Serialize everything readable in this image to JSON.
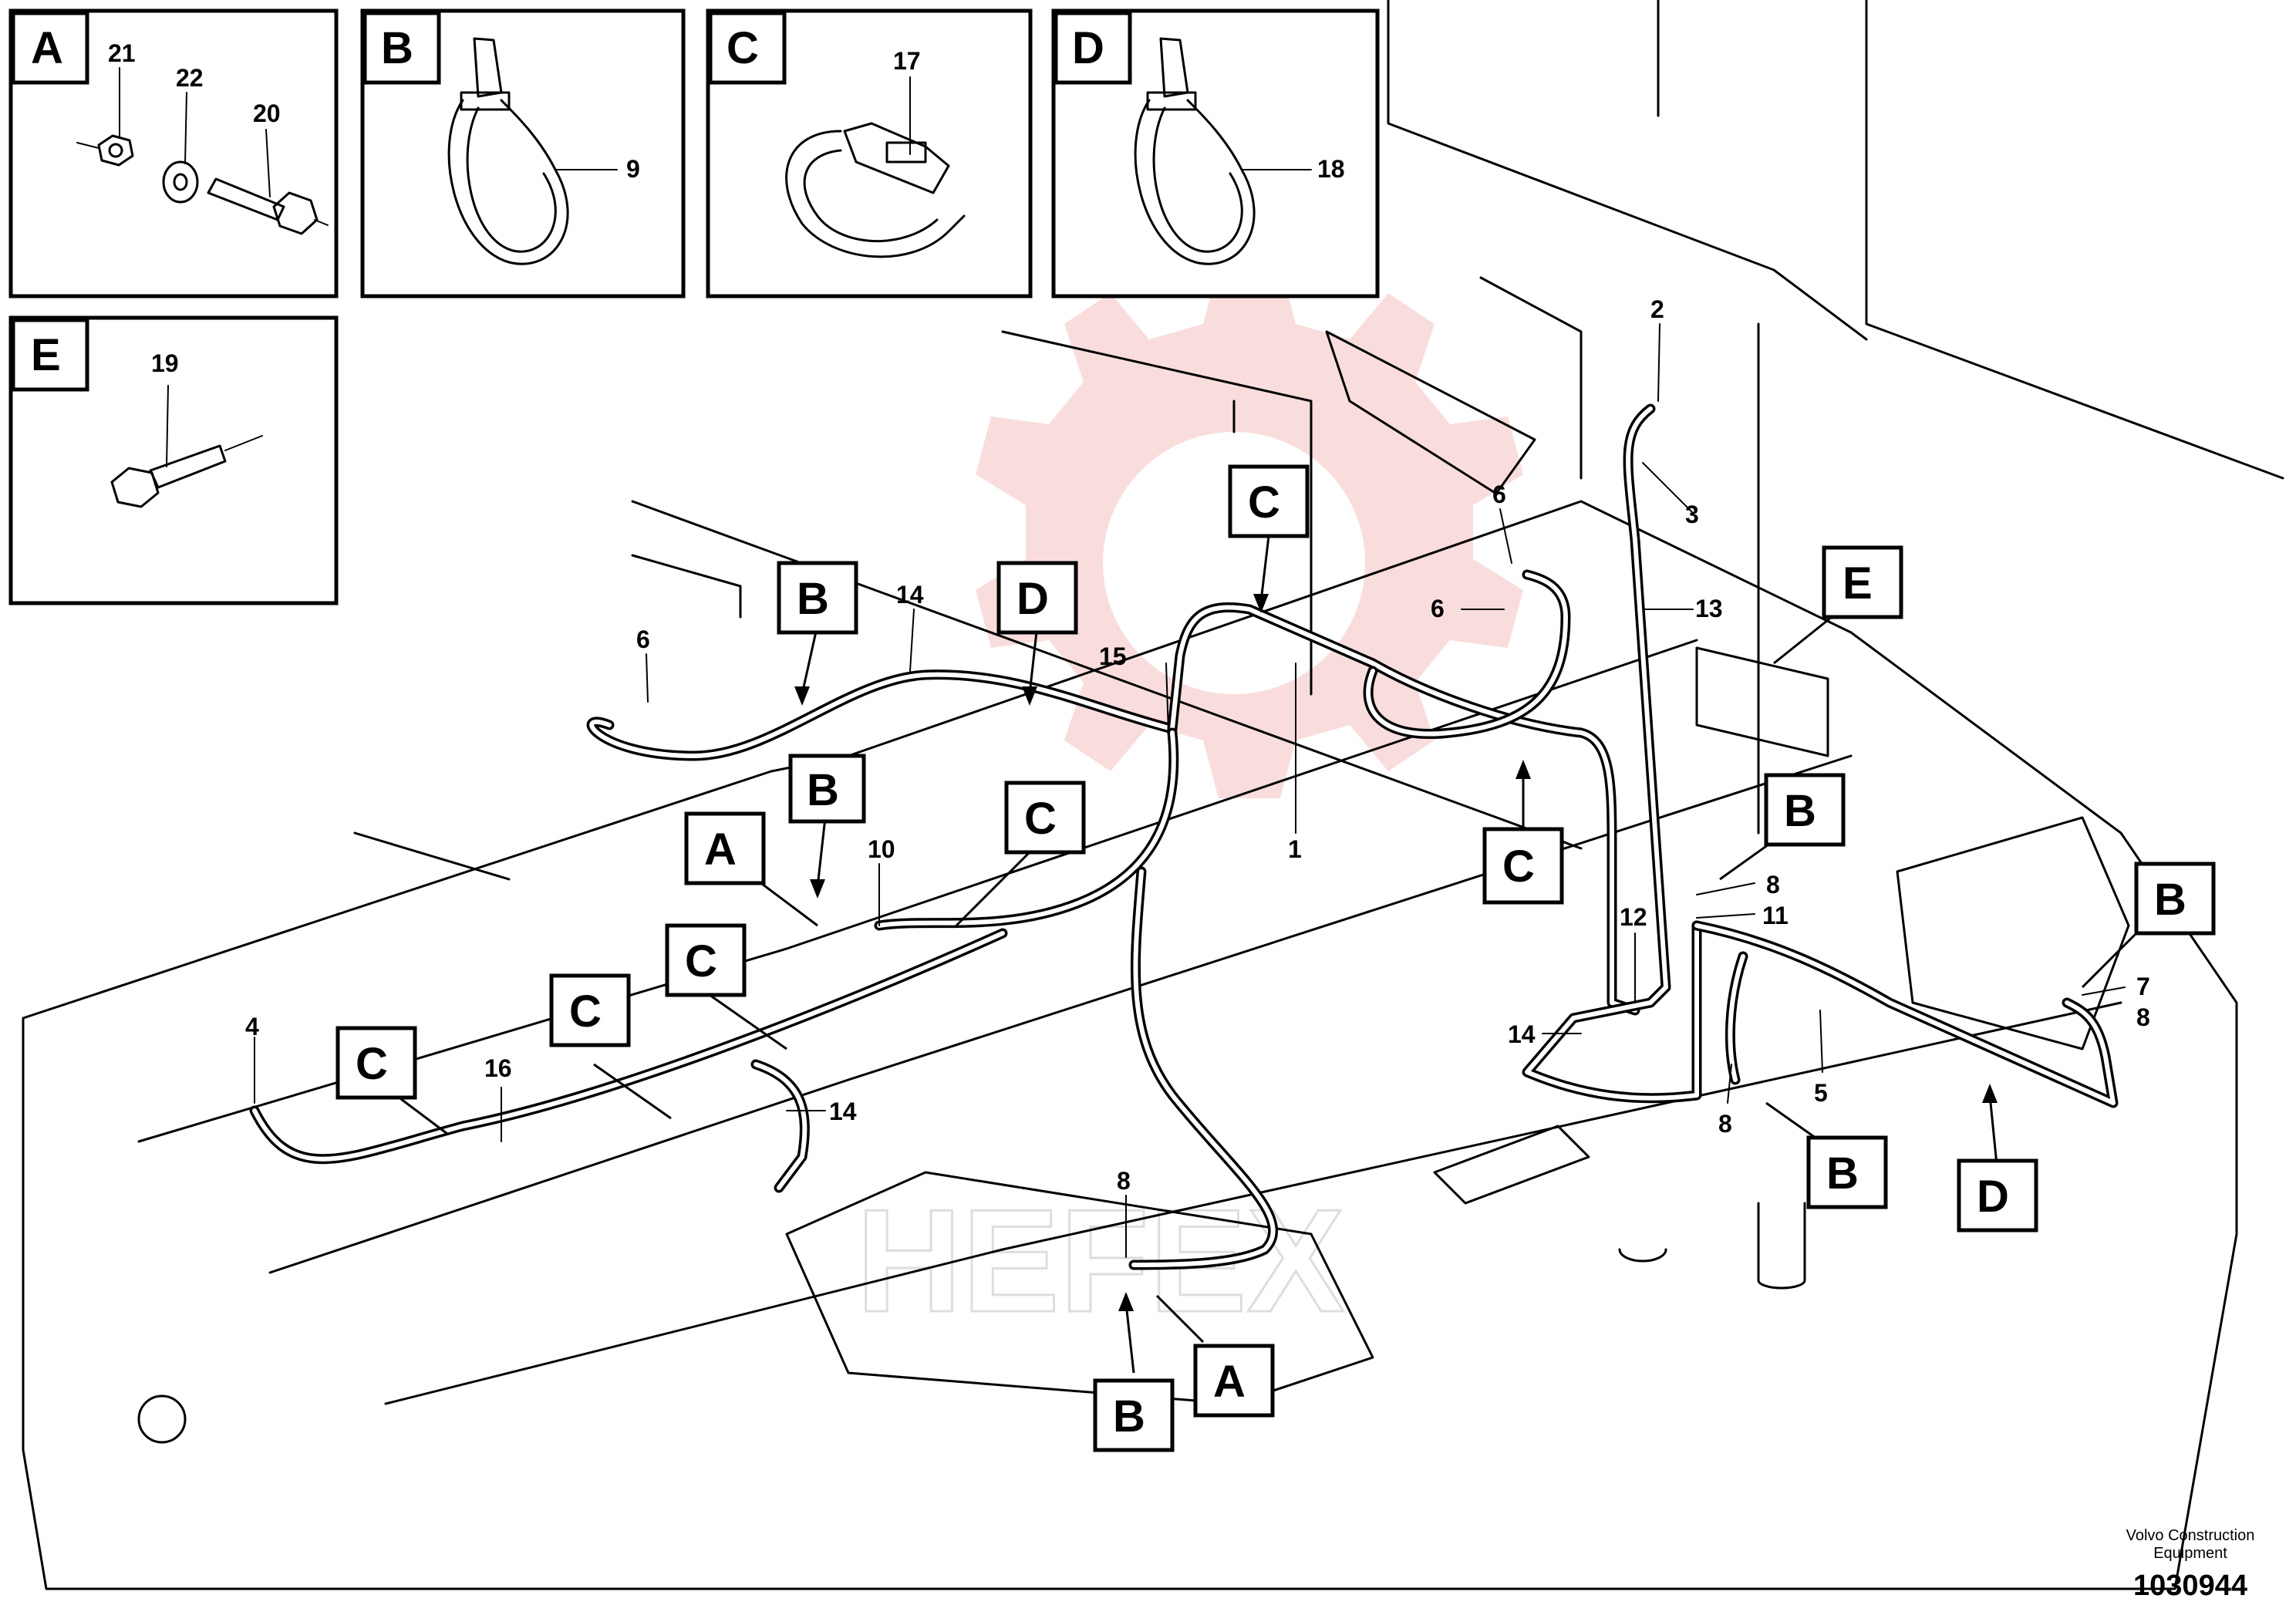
{
  "insets": [
    {
      "letter": "A",
      "parts": [
        "21",
        "22",
        "20"
      ]
    },
    {
      "letter": "B",
      "parts": [
        "9"
      ]
    },
    {
      "letter": "C",
      "parts": [
        "17"
      ]
    },
    {
      "letter": "D",
      "parts": [
        "18"
      ]
    },
    {
      "letter": "E",
      "parts": [
        "19"
      ]
    }
  ],
  "callout_tags": [
    "B",
    "D",
    "C",
    "B",
    "C",
    "A",
    "C",
    "C",
    "C",
    "C",
    "E",
    "B",
    "B",
    "B",
    "D",
    "B",
    "A"
  ],
  "part_numbers": [
    "6",
    "14",
    "15",
    "1",
    "6",
    "6",
    "2",
    "3",
    "13",
    "10",
    "4",
    "16",
    "14",
    "8",
    "12",
    "8",
    "11",
    "14",
    "5",
    "8",
    "7",
    "8"
  ],
  "footer": {
    "manufacturer_line1": "Volvo Construction",
    "manufacturer_line2": "Equipment",
    "drawing_number": "1030944"
  },
  "watermark": {
    "text": "HEFEX"
  }
}
